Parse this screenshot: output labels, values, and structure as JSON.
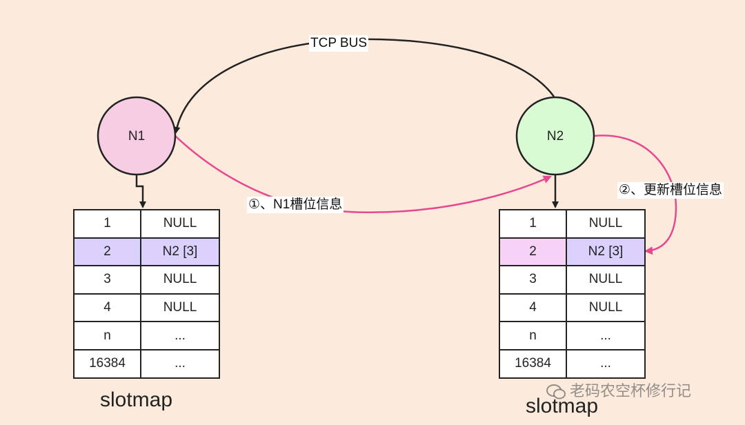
{
  "nodes": [
    {
      "id": "n1",
      "label": "N1",
      "fill": "#f6cde3"
    },
    {
      "id": "n2",
      "label": "N2",
      "fill": "#d8fbd3"
    }
  ],
  "edges": {
    "bus_label": "TCP BUS",
    "step1_label": "①、N1槽位信息",
    "step2_label": "②、更新槽位信息"
  },
  "tables": [
    {
      "id": "n1",
      "rows": [
        {
          "slot": "1",
          "node": "NULL"
        },
        {
          "slot": "2",
          "node": "N2 [3]",
          "highlight": true
        },
        {
          "slot": "3",
          "node": "NULL"
        },
        {
          "slot": "4",
          "node": "NULL"
        },
        {
          "slot": "n",
          "node": "..."
        },
        {
          "slot": "16384",
          "node": "..."
        }
      ],
      "caption": "slotmap"
    },
    {
      "id": "n2",
      "rows": [
        {
          "slot": "1",
          "node": "NULL"
        },
        {
          "slot": "2",
          "node": "N2 [3]",
          "highlight": true
        },
        {
          "slot": "3",
          "node": "NULL"
        },
        {
          "slot": "4",
          "node": "NULL"
        },
        {
          "slot": "n",
          "node": "..."
        },
        {
          "slot": "16384",
          "node": "..."
        }
      ],
      "caption": "slotmap"
    }
  ],
  "watermark": {
    "text": "老码农空杯修行记",
    "icon": "wechat-icon"
  },
  "colors": {
    "background": "#fcebdc",
    "magenta_arrow": "#e8468f",
    "dark_line": "#222222",
    "highlight_purple": "#dcd0fd",
    "highlight_pink": "#f7d2f7"
  }
}
